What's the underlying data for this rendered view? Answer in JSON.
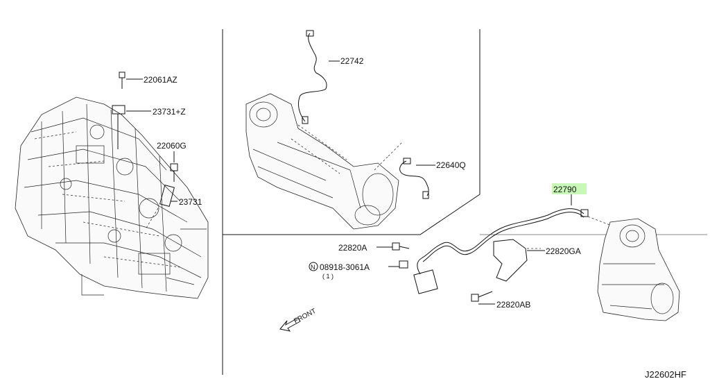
{
  "diagram": {
    "id_code": "J22602HF",
    "front_label": "FRONT",
    "highlight_color": "#c8f7b9",
    "parts": {
      "p22061AZ": "22061AZ",
      "p23731Z": "23731+Z",
      "p22060G": "22060G",
      "p23731": "23731",
      "p22742": "22742",
      "p22640Q": "22640Q",
      "p22790": "22790",
      "p22820A": "22820A",
      "p08918": "08918-3061A",
      "p08918_qty": "( 1 )",
      "p08918_symbol": "N",
      "p22820GA": "22820GA",
      "p22820AB": "22820AB"
    }
  }
}
